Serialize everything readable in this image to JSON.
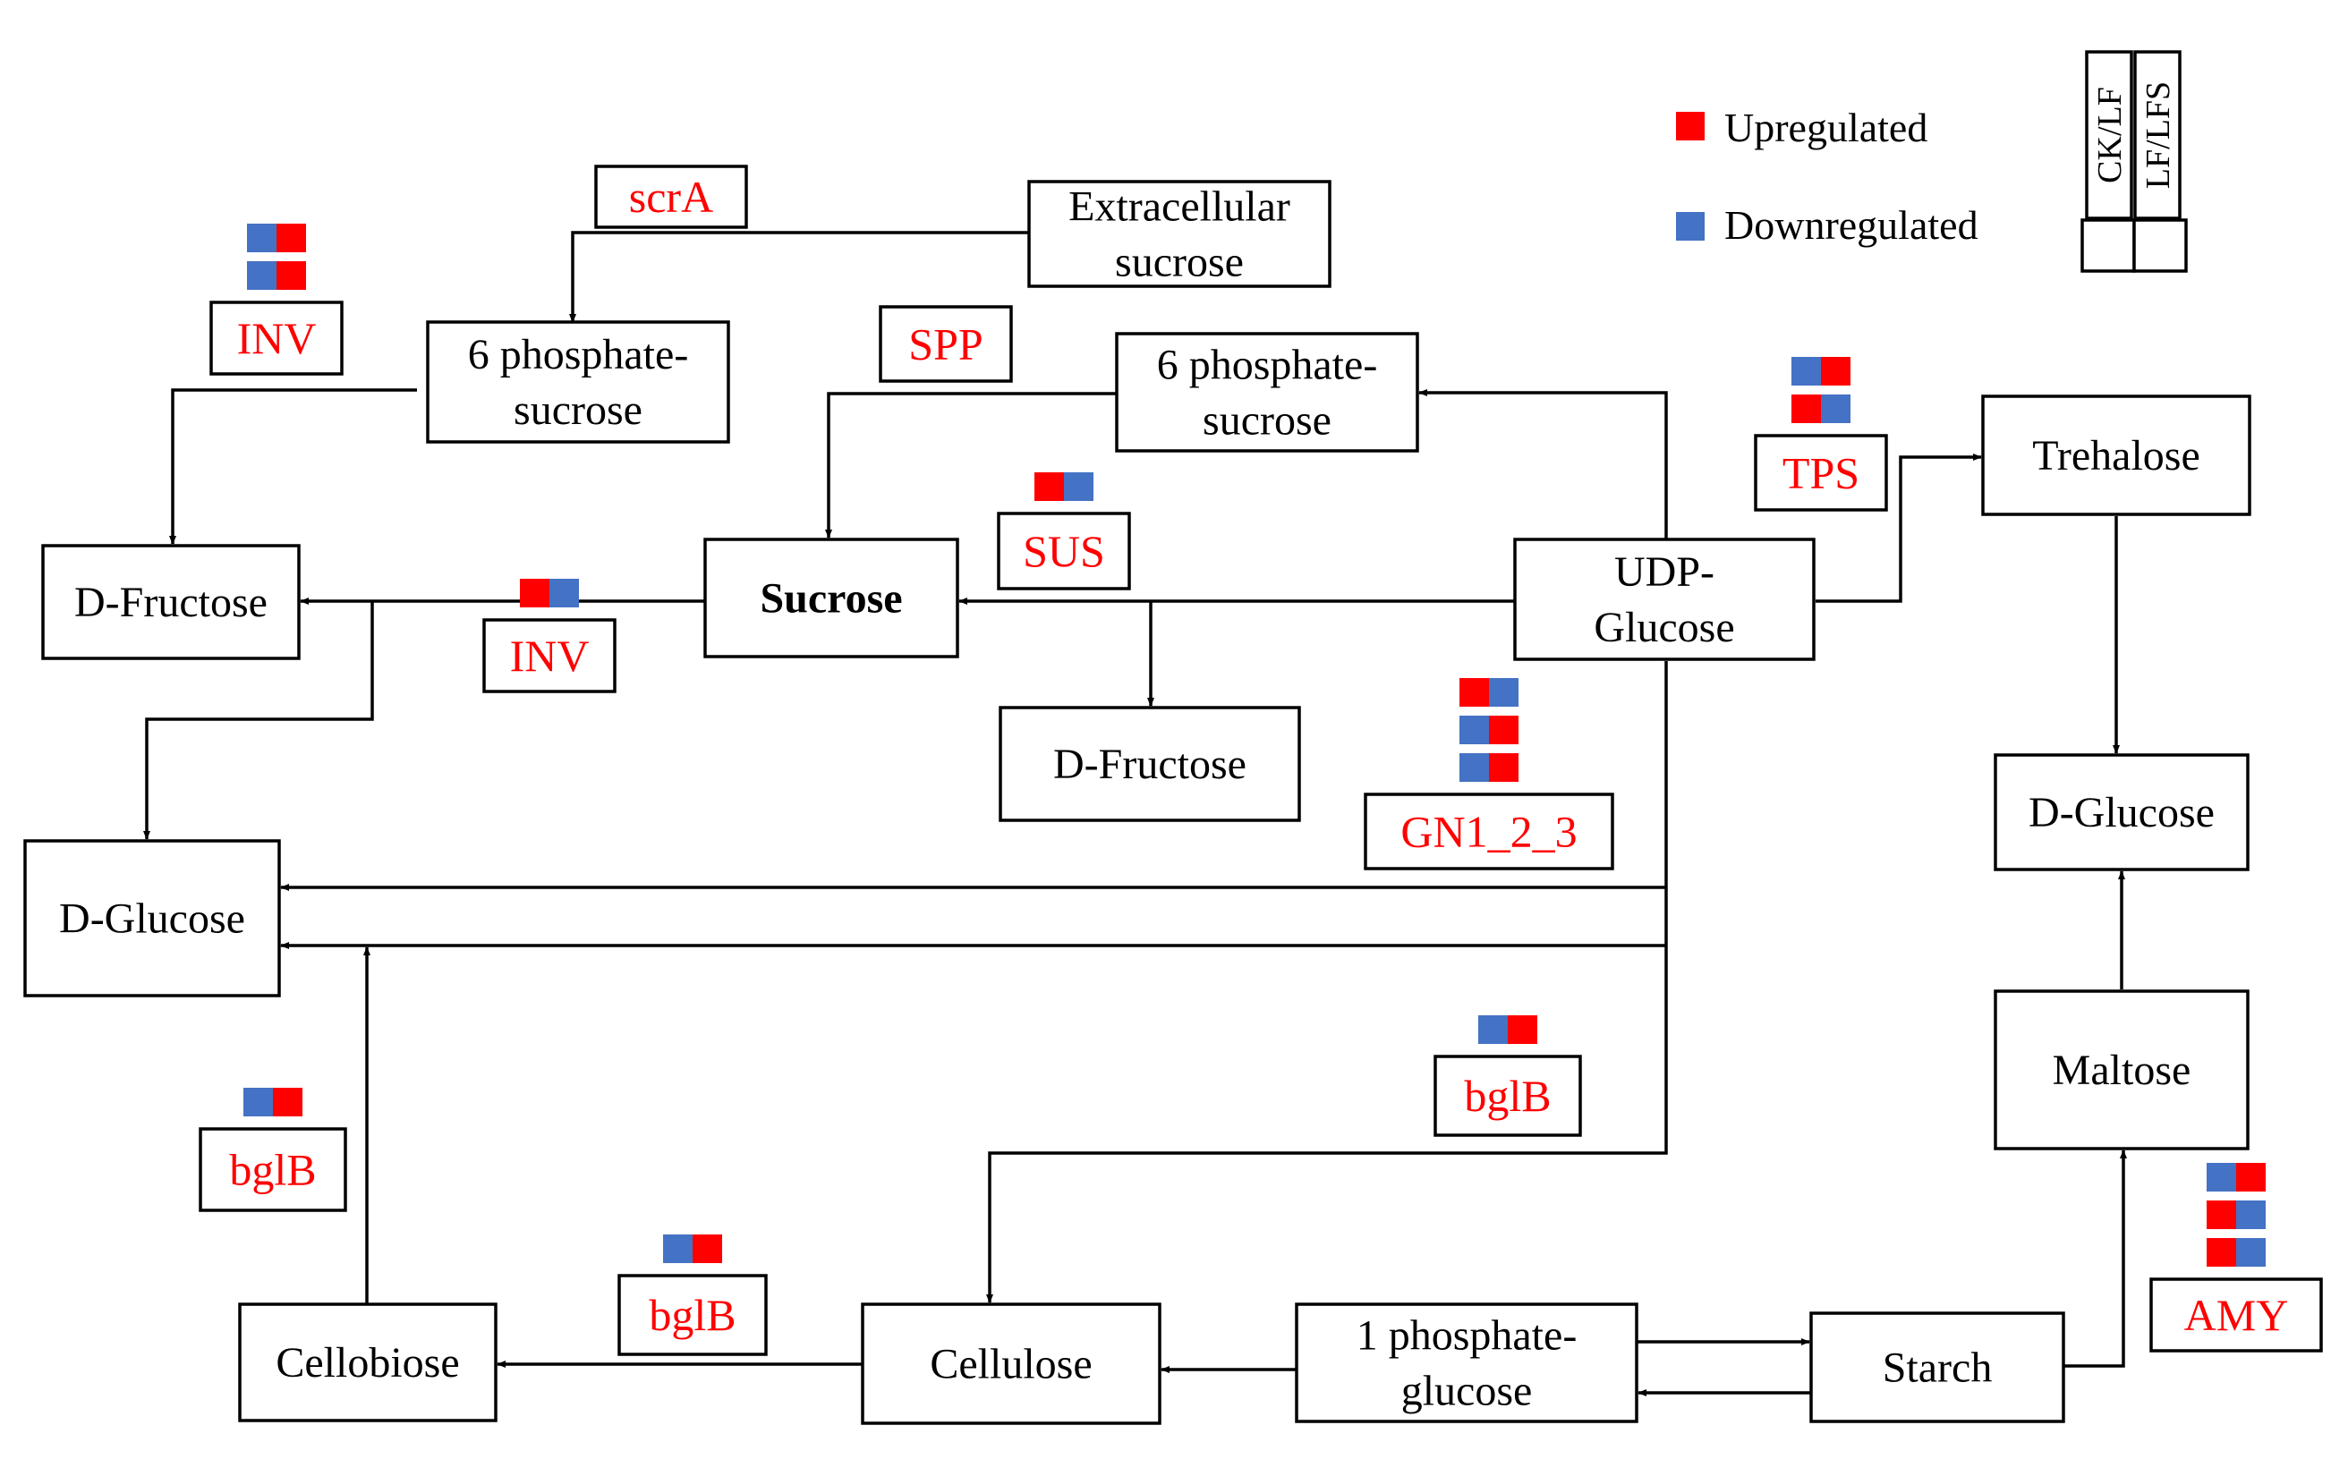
{
  "colors": {
    "up": "#ff0000",
    "down": "#4472c4",
    "enzyme_text": "#ff0000",
    "line": "#000000"
  },
  "legend": {
    "upregulated": "Upregulated",
    "downregulated": "Downregulated",
    "columns": [
      "CK/LF",
      "LF/LFS"
    ]
  },
  "metabolites": {
    "extracellular_sucrose": [
      "Extracellular",
      "sucrose"
    ],
    "phospho_sucrose_left": [
      "6 phosphate-",
      "sucrose"
    ],
    "phospho_sucrose_mid": [
      "6 phosphate-",
      "sucrose"
    ],
    "d_fructose_left": [
      "D-Fructose"
    ],
    "sucrose": [
      "Sucrose"
    ],
    "udp_glucose": [
      "UDP-",
      "Glucose"
    ],
    "d_fructose_mid": [
      "D-Fructose"
    ],
    "trehalose": [
      "Trehalose"
    ],
    "d_glucose_left": [
      "D-Glucose"
    ],
    "d_glucose_right": [
      "D-Glucose"
    ],
    "maltose": [
      "Maltose"
    ],
    "cellobiose": [
      "Cellobiose"
    ],
    "cellulose": [
      "Cellulose"
    ],
    "phospho_glucose": [
      "1 phosphate-",
      "glucose"
    ],
    "starch": [
      "Starch"
    ]
  },
  "enzymes": {
    "scrA": {
      "label": "scrA",
      "regulation": []
    },
    "inv_left": {
      "label": "INV",
      "regulation": [
        [
          "down",
          "up"
        ],
        [
          "down",
          "up"
        ]
      ]
    },
    "spp": {
      "label": "SPP",
      "regulation": []
    },
    "sus": {
      "label": "SUS",
      "regulation": [
        [
          "up",
          "down"
        ]
      ]
    },
    "inv_mid": {
      "label": "INV",
      "regulation": [
        [
          "up",
          "down"
        ]
      ]
    },
    "tps": {
      "label": "TPS",
      "regulation": [
        [
          "down",
          "up"
        ],
        [
          "up",
          "down"
        ]
      ]
    },
    "gn": {
      "label": "GN1_2_3",
      "regulation": [
        [
          "up",
          "down"
        ],
        [
          "down",
          "up"
        ],
        [
          "down",
          "up"
        ]
      ]
    },
    "bglB_upper": {
      "label": "bglB",
      "regulation": [
        [
          "down",
          "up"
        ]
      ]
    },
    "bglB_left": {
      "label": "bglB",
      "regulation": [
        [
          "down",
          "up"
        ]
      ]
    },
    "bglB_bottom": {
      "label": "bglB",
      "regulation": [
        [
          "down",
          "up"
        ]
      ]
    },
    "amy": {
      "label": "AMY",
      "regulation": [
        [
          "down",
          "up"
        ],
        [
          "up",
          "down"
        ],
        [
          "up",
          "down"
        ]
      ]
    }
  }
}
